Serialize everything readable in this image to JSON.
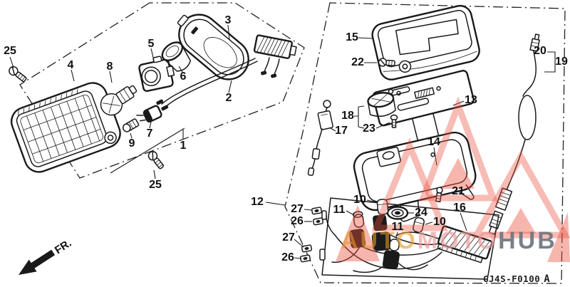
{
  "diagram": {
    "type": "exploded-parts-diagram",
    "subject_left": "headlight assembly",
    "subject_right": "speedometer assembly",
    "line_color": "#1a1a1a",
    "background_color": "#ffffff"
  },
  "callouts": {
    "c1": "1",
    "c2": "2",
    "c3": "3",
    "c4": "4",
    "c5": "5",
    "c6": "6",
    "c7": "7",
    "c8": "8",
    "c9": "9",
    "c10": "10",
    "c11": "11",
    "c12": "12",
    "c13": "13",
    "c14": "14",
    "c15": "15",
    "c16": "16",
    "c17": "17",
    "c18": "18",
    "c19": "19",
    "c20": "20",
    "c21": "21",
    "c22": "22",
    "c23": "23",
    "c24": "24",
    "c25": "25",
    "c26": "26",
    "c27": "27"
  },
  "direction_indicator": {
    "label": "FR."
  },
  "footer": {
    "drawing_code": "GJ4S-F0100",
    "revision": "A"
  },
  "watermark": {
    "part1": "AUTO",
    "part2": "MOTO",
    "part3": "HUB",
    "color_part1": "rgba(230,152,42,0.6)",
    "color_part2": "rgba(238,150,150,0.65)",
    "color_part3": "rgba(108,114,124,0.9)",
    "triangle_color": "#e94e3c"
  }
}
